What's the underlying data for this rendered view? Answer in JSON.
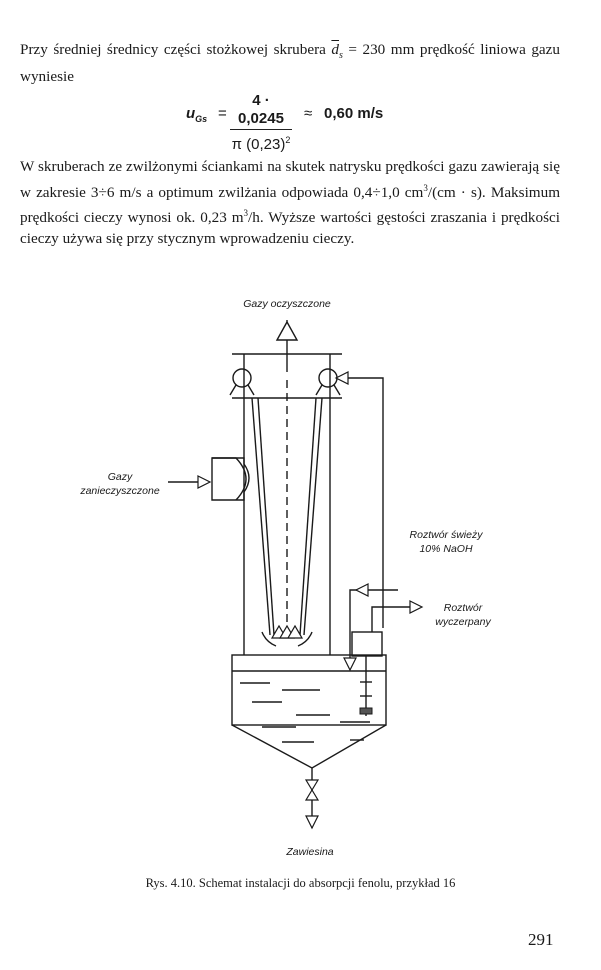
{
  "text": {
    "p1_a": "Przy średniej średnicy części stożkowej skrubera ",
    "p1_sym": "d",
    "p1_sub": "s",
    "p1_b": " = 230 mm prędkość liniowa gazu wyniesie",
    "p2_a": "W skruberach ze zwilżonymi ściankami na skutek natrysku prędkości gazu zawierają się w zakresie 3÷6 m/s a optimum zwilżania odpowiada 0,4÷1,0 cm",
    "p2_sup1": "3",
    "p2_b": "/(cm · s). Maksimum prędkości cieczy wynosi ok. 0,23 m",
    "p2_sup2": "3",
    "p2_c": "/h. Wyższe wartości gęstości zraszania i prędkości cieczy używa się przy stycznym wprowadzeniu cieczy."
  },
  "formula": {
    "lhs": "u",
    "lhs_sub": "Gs",
    "eq": "=",
    "numerator": "4 · 0,0245",
    "denominator": "π (0,23)",
    "den_exp": "2",
    "approx": "≈",
    "result": "0,60 m/s"
  },
  "diagram": {
    "label_top": "Gazy oczyszczone",
    "label_gas_in_1": "Gazy",
    "label_gas_in_2": "zanieczyszczone",
    "label_fresh_1": "Roztwór świeży",
    "label_fresh_2": "10% NaOH",
    "label_spent_1": "Roztwór",
    "label_spent_2": "wyczerpany",
    "label_bottom": "Zawiesina"
  },
  "caption": "Rys. 4.10. Schemat instalacji do absorpcji fenolu, przykład 16",
  "page_number": "291"
}
